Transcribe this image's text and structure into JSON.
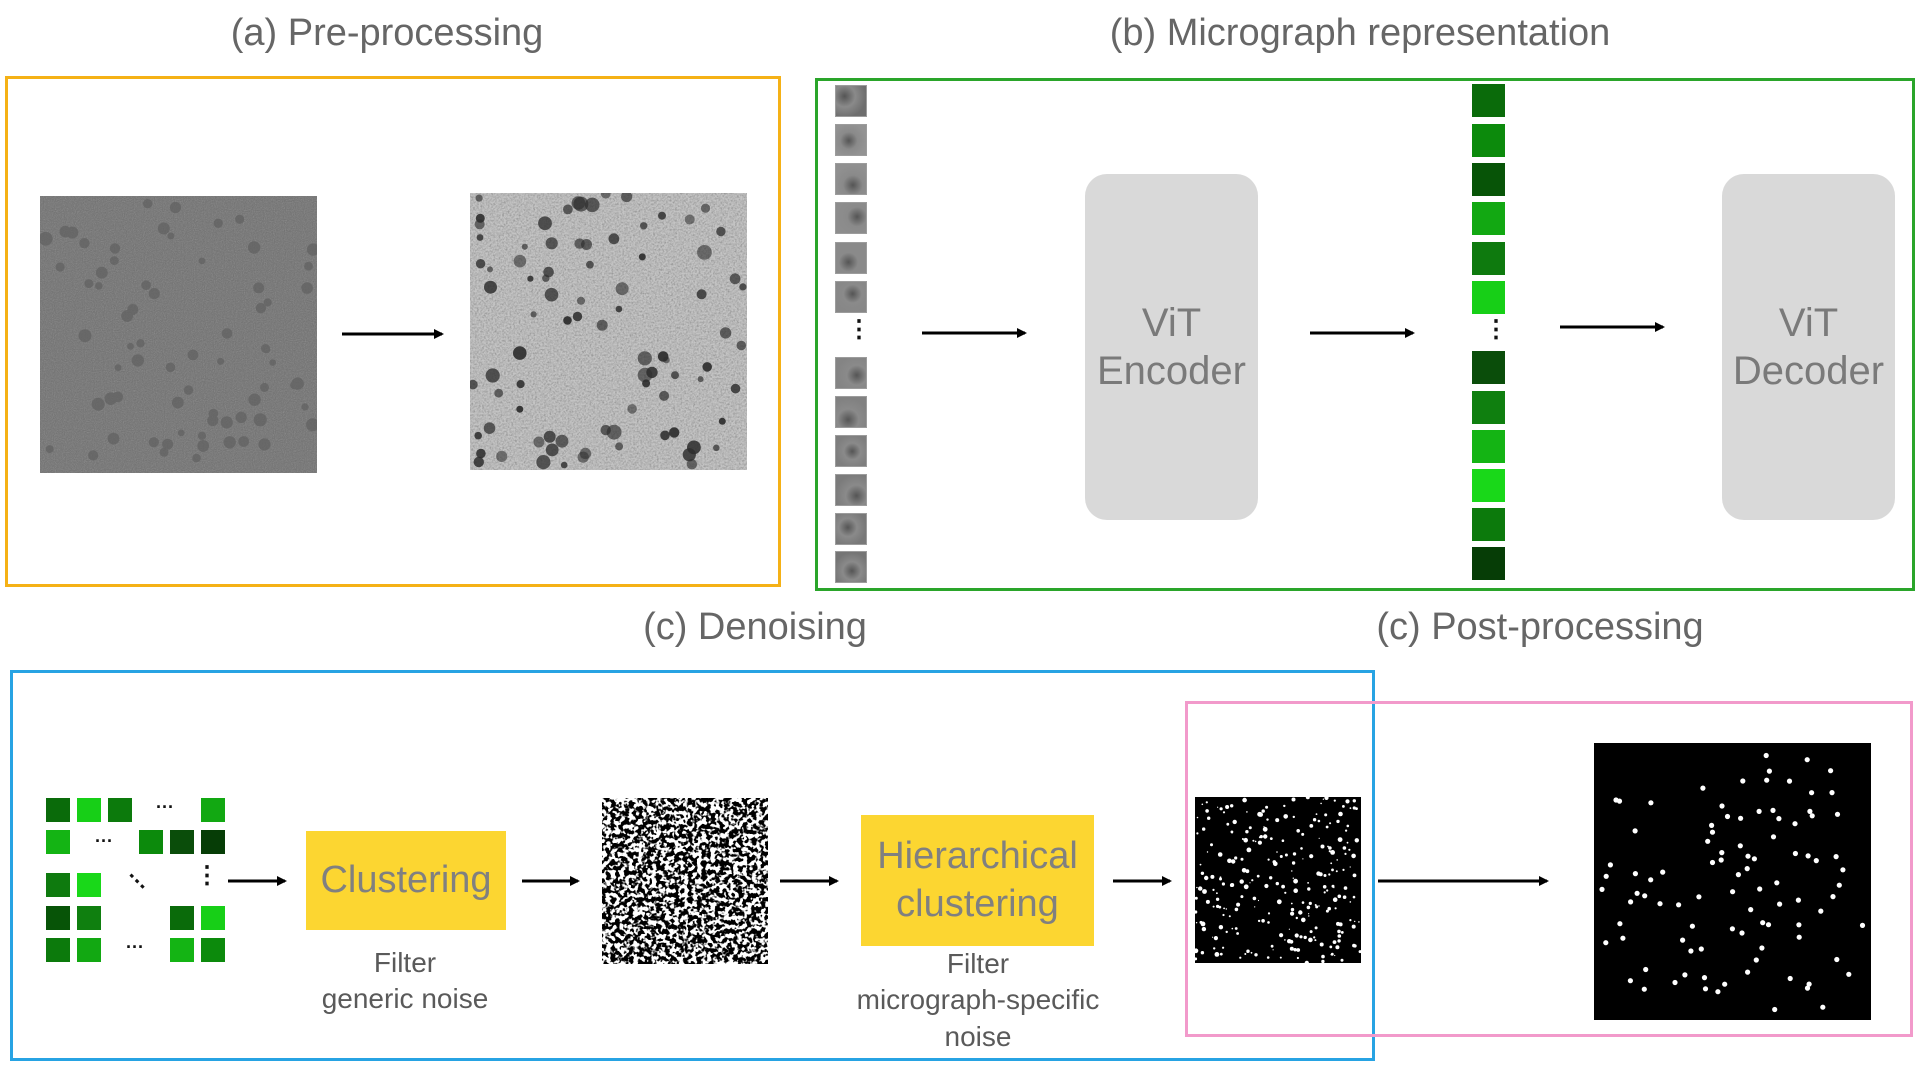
{
  "titles": {
    "preprocessing": "(a) Pre-processing",
    "representation": "(b) Micrograph representation",
    "denoising": "(c) Denoising",
    "postprocessing": "(c) Post-processing"
  },
  "vit_encoder": {
    "line1": "ViT",
    "line2": "Encoder"
  },
  "vit_decoder": {
    "line1": "ViT",
    "line2": "Decoder"
  },
  "clustering": {
    "label": "Clustering",
    "caption_line1": "Filter",
    "caption_line2": "generic noise"
  },
  "hierarchical": {
    "label_line1": "Hierarchical",
    "label_line2": "clustering",
    "caption_line1": "Filter",
    "caption_line2": "micrograph-specific",
    "caption_line3": "noise"
  },
  "ellipsis": "⋮",
  "hdots": "···",
  "colors": {
    "orange": "#f5b116",
    "green": "#2aa52a",
    "blue": "#27a3e3",
    "pink": "#f29acb",
    "vit_gray": "#d9d9d9",
    "cluster_yellow": "#fcd631",
    "embedding_greens": [
      "#0a6b0a",
      "#0c8a0c",
      "#075407",
      "#12a812",
      "#0e7a0e",
      "#17cf17",
      "#0a4d0a",
      "#0f7f0f",
      "#14b414",
      "#19d819",
      "#0c7a0c",
      "#063d06"
    ]
  },
  "icons": [
    "arrow-right-icon"
  ]
}
